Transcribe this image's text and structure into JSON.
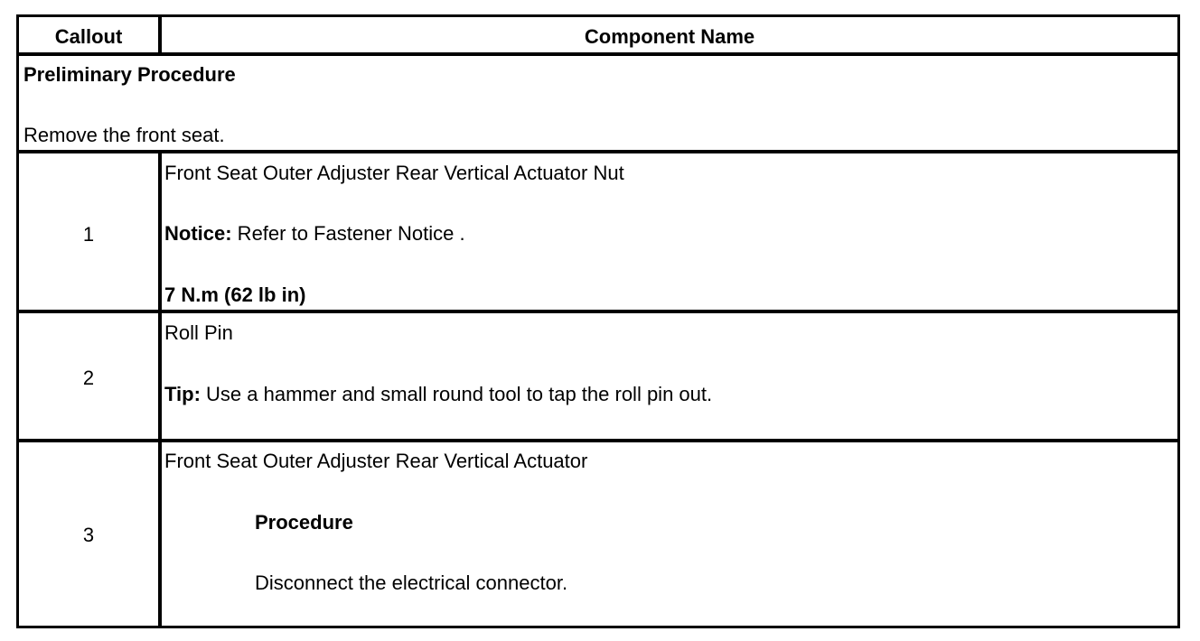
{
  "table": {
    "headers": {
      "callout": "Callout",
      "component_name": "Component Name"
    },
    "preliminary": {
      "heading": "Preliminary Procedure",
      "step": "Remove the front seat."
    },
    "rows": [
      {
        "callout": "1",
        "name": "Front Seat Outer Adjuster Rear Vertical Actuator Nut",
        "notice_label": "Notice:",
        "notice_text": " Refer to Fastener Notice .",
        "torque": "7 N.m (62 lb in)"
      },
      {
        "callout": "2",
        "name": "Roll Pin",
        "tip_label": "Tip:",
        "tip_text": " Use a hammer and small round tool to tap the roll pin out."
      },
      {
        "callout": "3",
        "name": "Front Seat Outer Adjuster Rear Vertical Actuator",
        "procedure_heading": "Procedure",
        "procedure_step": "Disconnect the electrical connector."
      }
    ]
  }
}
